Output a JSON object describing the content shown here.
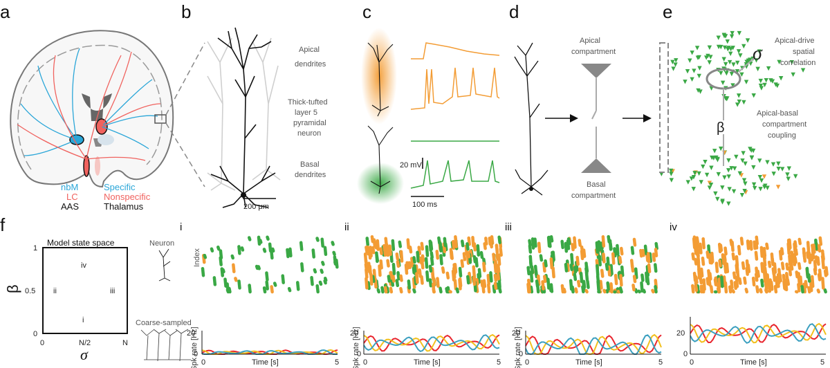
{
  "panel_letters": {
    "a": "a",
    "b": "b",
    "c": "c",
    "d": "d",
    "e": "e",
    "f": "f"
  },
  "panel_a": {
    "legend_left": [
      "nbM",
      "LC",
      "AAS"
    ],
    "legend_right": [
      "Specific",
      "Nonspecific",
      "Thalamus"
    ],
    "colors": {
      "nbm": "#2aa6d8",
      "lc": "#f0625e",
      "aas": "#111111"
    }
  },
  "panel_b": {
    "apical": [
      "Apical",
      "dendrites"
    ],
    "neuron": [
      "Thick-tufted",
      "layer 5",
      "pyramidal",
      "neuron"
    ],
    "basal": [
      "Basal",
      "dendrites"
    ],
    "scale": "200 μm"
  },
  "panel_c": {
    "scale_v": "20 mV",
    "scale_t": "100 ms",
    "colors": {
      "orange": "#f39c34",
      "green": "#3aa845"
    }
  },
  "panel_d": {
    "apical": [
      "Apical",
      "compartment"
    ],
    "basal": [
      "Basal",
      "compartment"
    ]
  },
  "panel_e": {
    "sigma": "σ",
    "sigma_text": [
      "Apical-drive",
      "spatial",
      "correlation"
    ],
    "beta": "β",
    "beta_text": [
      "Apical-basal",
      "compartment",
      "coupling"
    ]
  },
  "panel_f": {
    "state_space_title": "Model state space",
    "y_ticks": [
      "1",
      "0.5",
      "0"
    ],
    "x_ticks": [
      "0",
      "N/2",
      "N"
    ],
    "x_label": "σ",
    "y_label": "β",
    "points": [
      "iv",
      "ii",
      "iii",
      "i"
    ],
    "neuron_label": "Neuron",
    "coarse_label": "Coarse-sampled",
    "index_label": "Index",
    "spk_label": "Spk rate [Hz]",
    "time_label": "Time [s]",
    "subpanels": [
      "i",
      "ii",
      "iii",
      "iv"
    ],
    "tick_20": "20",
    "tick_0": "0",
    "tick_5": "5",
    "line_colors": [
      "#e8252e",
      "#f2c01e",
      "#3a9fbf"
    ]
  }
}
